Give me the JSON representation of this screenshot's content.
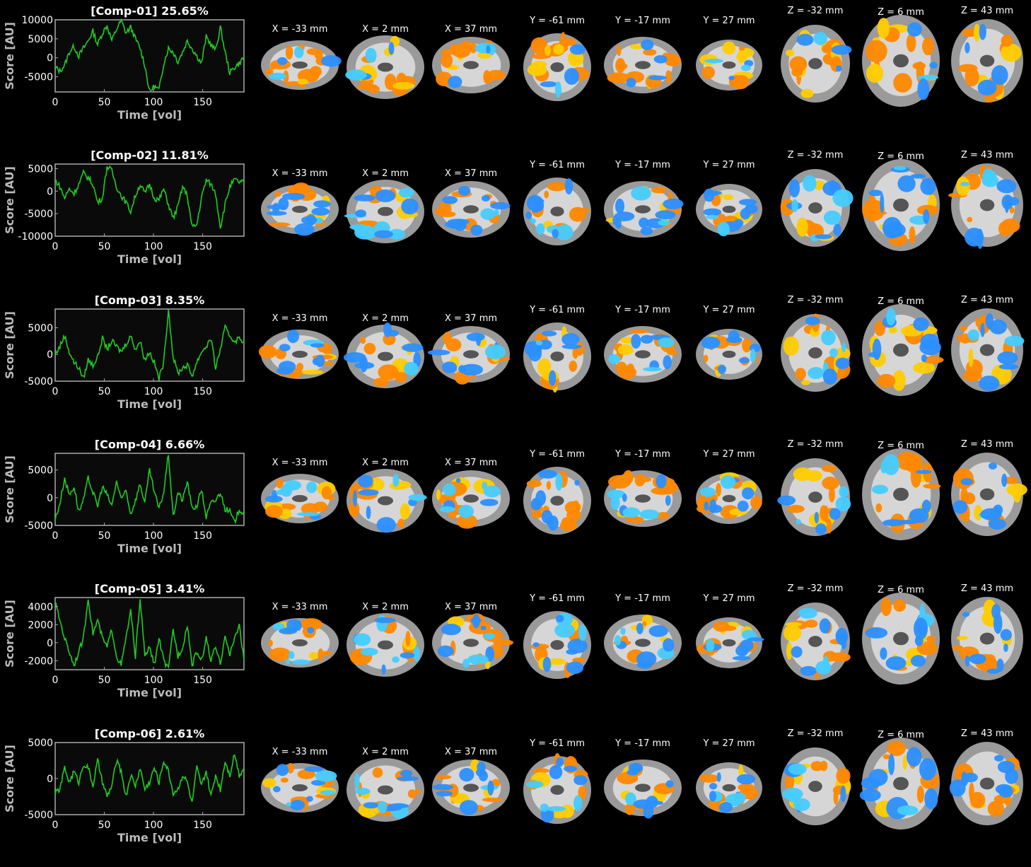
{
  "slice_labels": [
    "X = -33 mm",
    "X = 2 mm",
    "X = 37 mm",
    "Y = -61 mm",
    "Y = -17 mm",
    "Y = 27 mm",
    "Z = -32 mm",
    "Z = 6 mm",
    "Z = 43 mm"
  ],
  "x_axis": {
    "label": "Time [vol]",
    "ticks": [
      0,
      50,
      100,
      150
    ],
    "range": [
      0,
      192
    ]
  },
  "y_label": "Score [AU]",
  "colors": {
    "trace": "#22cc22",
    "positive": "#ff8800",
    "negative": "#2b8fff",
    "axis": "#aaaaaa",
    "plot_bg": "#0a0a0a"
  },
  "components": [
    {
      "title": "[Comp-01] 25.65%",
      "yticks": [
        10000,
        5000,
        0,
        -5000
      ],
      "ylim": [
        -9000,
        10000
      ],
      "trace": [
        -2500,
        -3500,
        -2000,
        1500,
        3000,
        500,
        2500,
        4500,
        7000,
        3500,
        6500,
        8500,
        4500,
        7500,
        9800,
        6500,
        8000,
        5000,
        2500,
        -2000,
        -9000,
        -7500,
        -8500,
        -1500,
        2500,
        1500,
        -1000,
        1500,
        4500,
        2500,
        500,
        -1500,
        5500,
        3500,
        2000,
        8000,
        1500,
        -4000,
        -2500,
        -1500,
        200
      ],
      "pos": 0.55,
      "neg": 0.08
    },
    {
      "title": "[Comp-02] 11.81%",
      "yticks": [
        5000,
        0,
        -5000,
        -10000
      ],
      "ylim": [
        -10000,
        6000
      ],
      "trace": [
        2500,
        1000,
        -1500,
        500,
        -500,
        1500,
        4000,
        3000,
        1500,
        -2500,
        -1500,
        5500,
        4500,
        1000,
        -1000,
        -2500,
        -4500,
        -1000,
        1500,
        -500,
        1500,
        -1500,
        -2000,
        500,
        -3000,
        -6000,
        -3500,
        1000,
        -1000,
        -8000,
        -7500,
        -1500,
        2500,
        1500,
        -500,
        -8000,
        -3000,
        1000,
        2500,
        2000,
        2000
      ],
      "pos": 0.3,
      "neg": 0.45
    },
    {
      "title": "[Comp-03] 8.35%",
      "yticks": [
        5000,
        0,
        -5000
      ],
      "ylim": [
        -5000,
        8500
      ],
      "trace": [
        0,
        1500,
        3500,
        500,
        -1500,
        -2500,
        -4500,
        -1000,
        -2000,
        -500,
        3000,
        1000,
        2500,
        1500,
        500,
        2000,
        3500,
        1000,
        2500,
        -1000,
        500,
        -1500,
        -4500,
        -1500,
        8500,
        -500,
        -3500,
        -2500,
        -2000,
        -4000,
        -1500,
        500,
        1500,
        3000,
        -2500,
        1000,
        5000,
        3500,
        2500,
        3000,
        2500
      ],
      "pos": 0.45,
      "neg": 0.3
    },
    {
      "title": "[Comp-04] 6.66%",
      "yticks": [
        5000,
        0,
        -5000
      ],
      "ylim": [
        -5000,
        8000
      ],
      "trace": [
        -4000,
        -1000,
        3500,
        500,
        2000,
        -2500,
        -500,
        3500,
        1000,
        -1500,
        2000,
        500,
        -1500,
        3000,
        -500,
        1500,
        -3000,
        -500,
        2500,
        -1000,
        5000,
        1000,
        -2000,
        1000,
        8000,
        -3500,
        1000,
        -500,
        3000,
        -2000,
        -1500,
        1500,
        -3500,
        -1000,
        -500,
        1000,
        -2000,
        -2500,
        -4500,
        -2000,
        -3000
      ],
      "pos": 0.45,
      "neg": 0.3
    },
    {
      "title": "[Comp-05] 3.41%",
      "yticks": [
        4000,
        2000,
        0,
        -2000
      ],
      "ylim": [
        -3000,
        5000
      ],
      "trace": [
        4500,
        2500,
        500,
        -1000,
        -2500,
        -1000,
        500,
        5000,
        1000,
        2500,
        500,
        -500,
        1500,
        -1500,
        -2500,
        500,
        3500,
        -1500,
        5000,
        -1500,
        -500,
        -2500,
        500,
        -2000,
        -3000,
        1500,
        -1500,
        -500,
        2000,
        -2500,
        -1000,
        -2000,
        500,
        -2000,
        -500,
        -2500,
        1000,
        -1500,
        500,
        2000,
        -2000
      ],
      "pos": 0.35,
      "neg": 0.35
    },
    {
      "title": "[Comp-06] 2.61%",
      "yticks": [
        5000,
        0,
        -5000
      ],
      "ylim": [
        -5000,
        5000
      ],
      "trace": [
        -2000,
        -1500,
        1500,
        -500,
        1000,
        -500,
        2000,
        1500,
        -1000,
        2500,
        -500,
        -2500,
        -1000,
        2500,
        1000,
        -2500,
        500,
        -1000,
        1500,
        -1500,
        -500,
        1500,
        -500,
        2500,
        1000,
        -2000,
        -1500,
        500,
        -500,
        -3500,
        1500,
        -1000,
        1000,
        -2500,
        500,
        -1500,
        2500,
        500,
        3500,
        500,
        1500
      ],
      "pos": 0.35,
      "neg": 0.35
    }
  ]
}
